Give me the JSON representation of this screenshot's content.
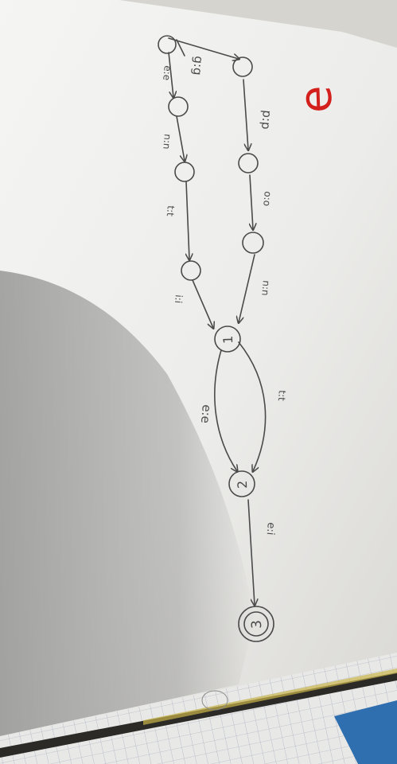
{
  "sheet_mark": "e",
  "states": [
    {
      "id": "1",
      "label": "1"
    },
    {
      "id": "2",
      "label": "2"
    },
    {
      "id": "3",
      "label": "3",
      "accepting": true
    }
  ],
  "edge_labels": {
    "upper_branch": [
      "p:p",
      "o:o",
      "n:n"
    ],
    "lower_branch": [
      "g:g",
      "e:e",
      "n:n",
      "t:t",
      "i:i"
    ],
    "state1_to_state2_a": "t:t",
    "state1_to_state2_b": "e:e",
    "state2_to_state3": "e:i"
  },
  "colors": {
    "ink": "#4a4a4a",
    "red_mark": "#d4201c",
    "paper": "#f4f4f2"
  }
}
